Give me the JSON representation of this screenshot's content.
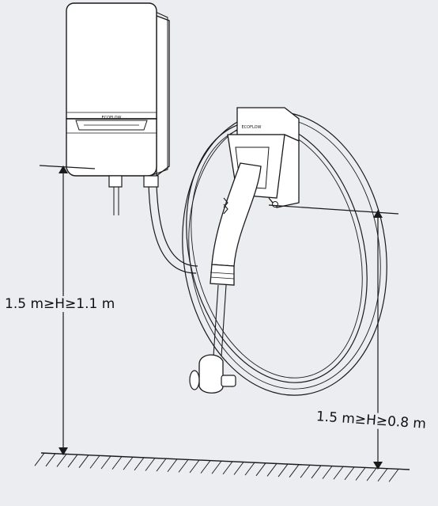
{
  "brand": {
    "charger_logo": "ECOFLOW",
    "holster_logo": "ECOFLOW"
  },
  "dimensions": {
    "charger_height_label": "1.5 m≥H≥1.1 m",
    "holster_height_label": "1.5 m≥H≥0.8 m"
  },
  "colors": {
    "background": "#ebedf1",
    "line": "#1a1a1a",
    "device_fill": "#ffffff"
  }
}
